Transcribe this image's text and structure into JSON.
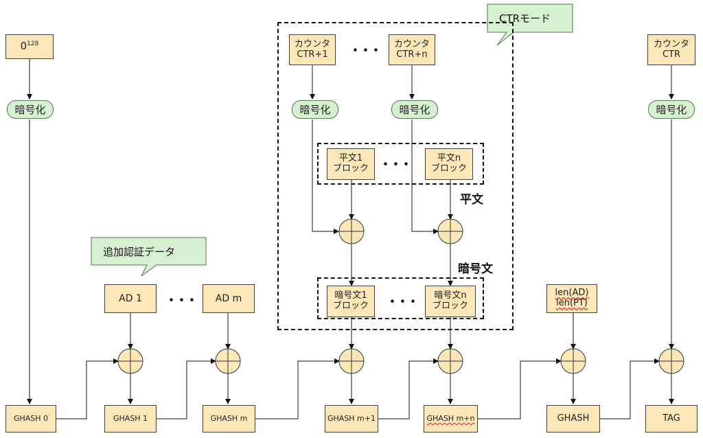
{
  "callouts": {
    "ctr_mode": "CTRモード",
    "aad": "追加認証データ"
  },
  "labels": {
    "plaintext": "平文",
    "ciphertext": "暗号文",
    "dots": "･･･"
  },
  "encrypt_label": "暗号化",
  "zero": {
    "base": "0",
    "sup": "128"
  },
  "counters": {
    "ctr1": [
      "カウンタ",
      "CTR+1"
    ],
    "ctrn": [
      "カウンタ",
      "CTR+n"
    ],
    "ctr": [
      "カウンタ",
      "CTR"
    ]
  },
  "plain_blocks": {
    "b1": [
      "平文1",
      "ブロック"
    ],
    "bn": [
      "平文n",
      "ブロック"
    ]
  },
  "cipher_blocks": {
    "b1": [
      "暗号文1",
      "ブロック"
    ],
    "bn": [
      "暗号文n",
      "ブロック"
    ]
  },
  "ad": {
    "ad1": "AD 1",
    "adm": "AD m"
  },
  "len": {
    "ad": "len(AD)",
    "pt": "len(PT)"
  },
  "ghash": {
    "g0": "GHASH 0",
    "g1": "GHASH 1",
    "gm": "GHASH m",
    "gm1": "GHASH m+1",
    "gmn": "GHASH m+n",
    "g": "GHASH",
    "tag": "TAG"
  },
  "colors": {
    "box_fill": "#fbe7b8",
    "enc_fill": "#d7f0d2",
    "callout_fill": "#d7f0d2"
  }
}
